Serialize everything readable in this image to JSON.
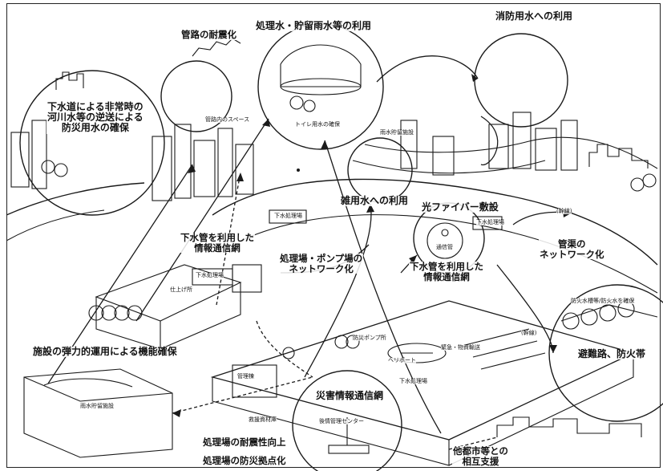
{
  "labels": {
    "pipe_seismic": "管路の耐震化",
    "reverse_flow": "下水道による非常時の\n河川水等の逆送による\n防災用水の確保",
    "treated_water": "処理水・貯留雨水等の利用",
    "fire_water": "消防用水への利用",
    "misc_water": "雑用水への利用",
    "optical_fiber": "光ファイバー敷設",
    "sewer_info_left": "下水管を利用した\n情報通信網",
    "plant_network": "処理場・ポンプ場の\nネットワーク化",
    "sewer_info_right": "下水管を利用した\n情報通信網",
    "pipe_network": "管渠の\nネットワーク化",
    "facility_ops": "施設の弾力的運用による機能確保",
    "evac_route": "避難路、防火帯",
    "disaster_info": "災害情報通信網",
    "plant_seismic": "処理場の耐震性向上",
    "plant_base": "処理場の防災拠点化",
    "mutual_support": "他都市等との\n相互支援"
  },
  "small_labels": {
    "toilet": "トイレ用水の確保",
    "rain_storage_1": "雨水貯留施設",
    "rain_storage_2": "雨水貯留施設",
    "treatment_small_1": "下水処理場",
    "treatment_small_2": "下水処理場",
    "treatment_small_3": "下水処理場",
    "treatment_main": "下水処理場",
    "heliport": "ヘリポート",
    "admin_bldg": "管理棟",
    "control_center": "後情管理センター",
    "pipe": "通信管",
    "finish": "仕上げ所",
    "pump": "防災ポンプ所",
    "main_route": "(幹線)",
    "route_2": "(幹線)",
    "fire_sign": "防火水槽等/防火水を確保",
    "relief": "救援資材庫",
    "pipe_inner": "管路内のスペース",
    "emergency": "緊急・物資輸送"
  },
  "style": {
    "ink": "#1a1a1a",
    "paper": "#ffffff"
  }
}
